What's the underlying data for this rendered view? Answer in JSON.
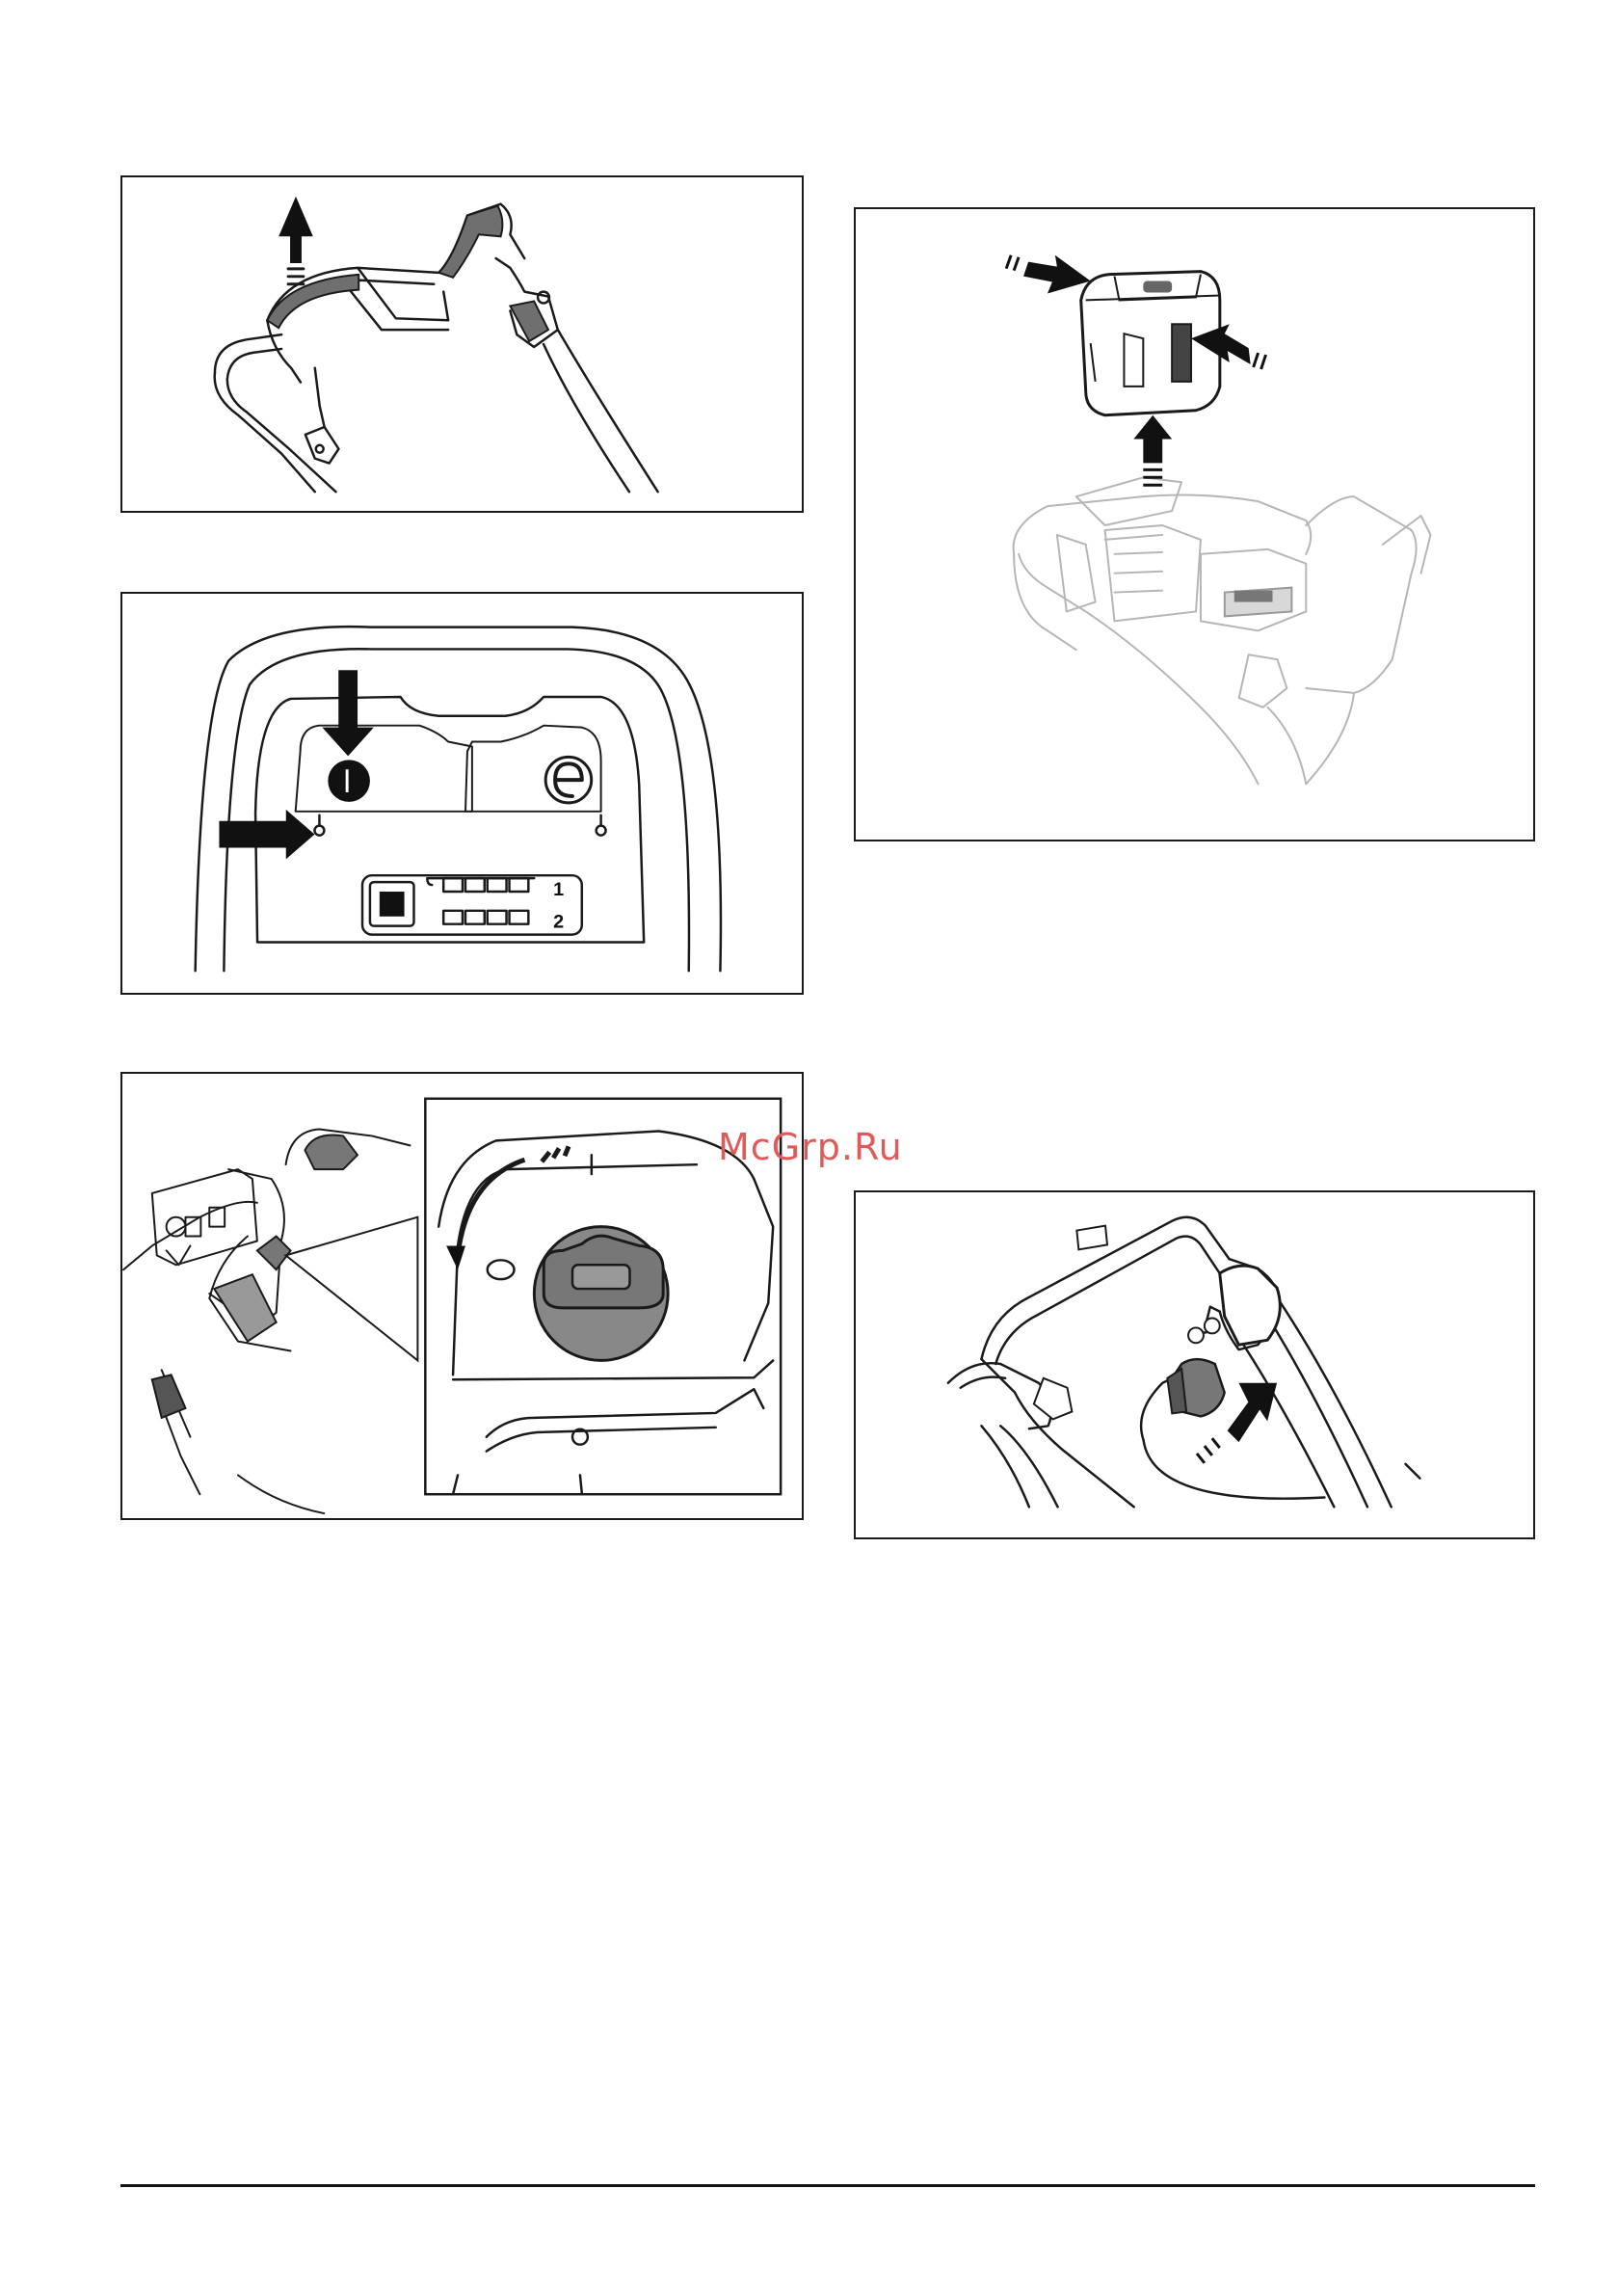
{
  "watermark": {
    "text": "McGrp.Ru",
    "color": "#e05a5a"
  },
  "figures": {
    "control_panel": {
      "indicator_labels": [
        "1",
        "2"
      ]
    }
  },
  "colors": {
    "line": "#1a1a1a",
    "shade": "#7a7a7a",
    "light_line": "#b0b0b0"
  }
}
